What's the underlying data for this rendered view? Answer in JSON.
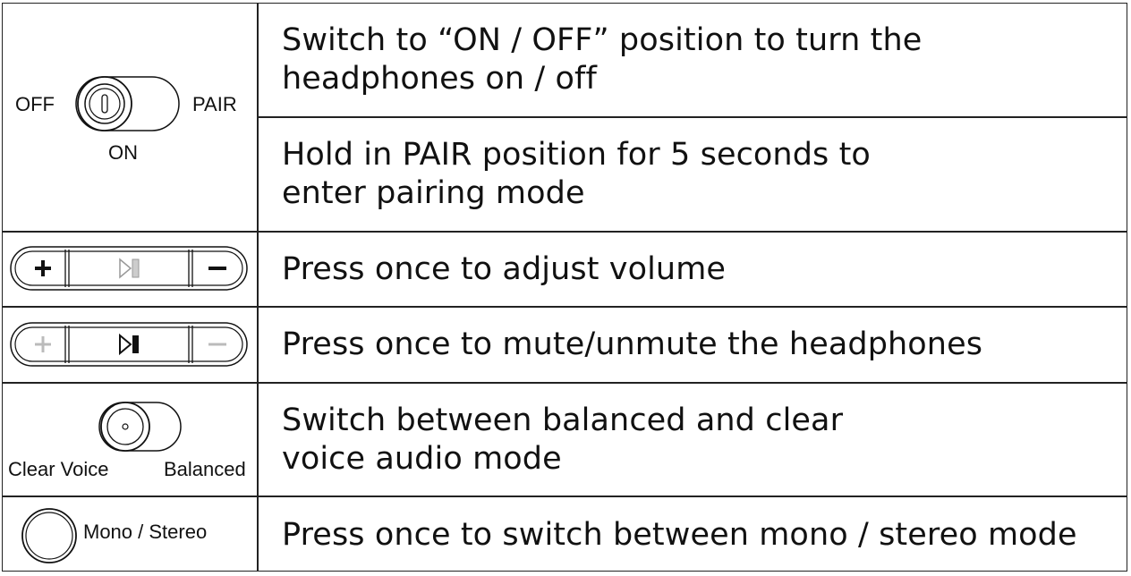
{
  "rows": [
    {
      "control": {
        "left_label": "OFF",
        "right_label": "PAIR",
        "bottom_label": "ON"
      },
      "descriptions": [
        "Switch to “ON / OFF” position to turn the\nheadphones on / off",
        "Hold in PAIR position for 5 seconds to\nenter pairing mode"
      ],
      "icons": [
        "power-slider-switch-icon"
      ]
    },
    {
      "control": {
        "icon": "volume-rocker-plus-minus-icon"
      },
      "description": "Press once to adjust volume"
    },
    {
      "control": {
        "icon": "volume-rocker-play-pause-icon"
      },
      "description": "Press once to mute/unmute the headphones"
    },
    {
      "control": {
        "left_label": "Clear Voice",
        "right_label": "Balanced",
        "icon": "voice-mode-slider-switch-icon"
      },
      "description": "Switch between balanced and clear\nvoice audio mode"
    },
    {
      "control": {
        "label": "Mono / Stereo",
        "icon": "round-button-icon"
      },
      "description": "Press once to switch between mono / stereo mode"
    }
  ]
}
